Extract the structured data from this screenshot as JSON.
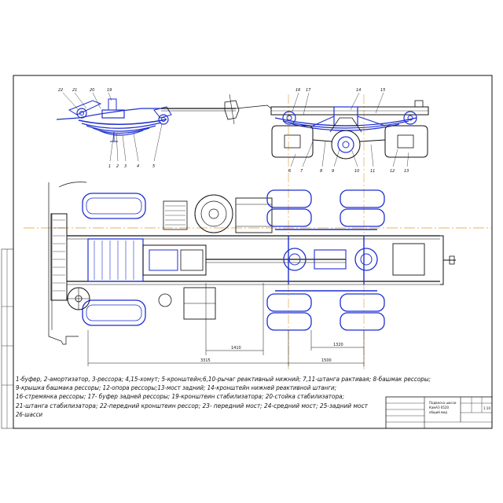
{
  "drawing": {
    "part_labels_side": [
      "22",
      "21",
      "20",
      "19",
      "1",
      "2",
      "3",
      "4",
      "5"
    ],
    "part_labels_rear": [
      "16",
      "17",
      "14",
      "15",
      "6",
      "7",
      "8",
      "9",
      "10",
      "11",
      "12",
      "13"
    ],
    "dimensions": [
      "1410",
      "1320",
      "3315",
      "1500"
    ],
    "legend_lines": [
      "1-буфер, 2-амортизатор, 3-рессора; 4,15-хомут; 5-кронштейн;6,10-рычаг реактивный нижний; 7,11-штанга рактивая; 8-башмак рессоры;",
      "9-крышка башмака рессоры; 12-опора рессоры;13-мост задний; 14-кронштейн нижней реактивной штанги;",
      "16-стремянка рессоры; 17- буфер задней рессоры; 19-кронштеин стабилизатора; 20-стойка стабилизатора;",
      "21-штанга стабилизатора; 22-передний кронштеин рессор; 23- передний мост; 24-средний мост; 25-задний мост",
      "26-шасси"
    ],
    "title_block": {
      "title_line1": "Подвеска шасси",
      "title_line2": "КамАЗ 6520",
      "title_line3": "общий вид",
      "sheet": "1:10"
    }
  }
}
